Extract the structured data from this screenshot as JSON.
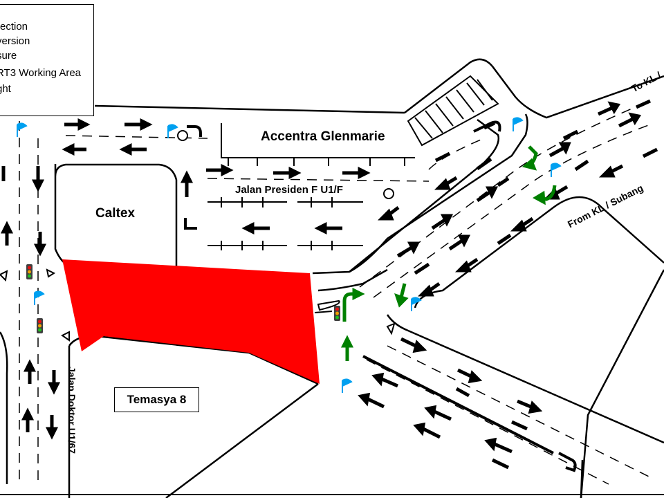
{
  "legend": {
    "items": [
      "rection",
      "version",
      "sure",
      "RT3 Working Area",
      "ght"
    ]
  },
  "labels": {
    "caltex": "Caltex",
    "accentra": "Accentra Glenmarie",
    "jalan_presiden": "Jalan Presiden F U1/F",
    "to_kl": "To KL /",
    "from_kl": "From KL / Subang",
    "jalan_doktor": "Jalan Doktor U1/67",
    "temasya": "Temasya 8"
  },
  "colors": {
    "working_area": "#ff0000",
    "arrow": "#000000",
    "diversion_arrow": "#008000",
    "flag": "#00a0f0",
    "traffic_light_red": "#e81010",
    "traffic_light_amber": "#f0a000",
    "traffic_light_green": "#20c020"
  },
  "icons": [
    "flag-icon",
    "traffic-light-icon",
    "direction-arrow-icon",
    "diversion-arrow-icon",
    "roundabout-icon"
  ]
}
